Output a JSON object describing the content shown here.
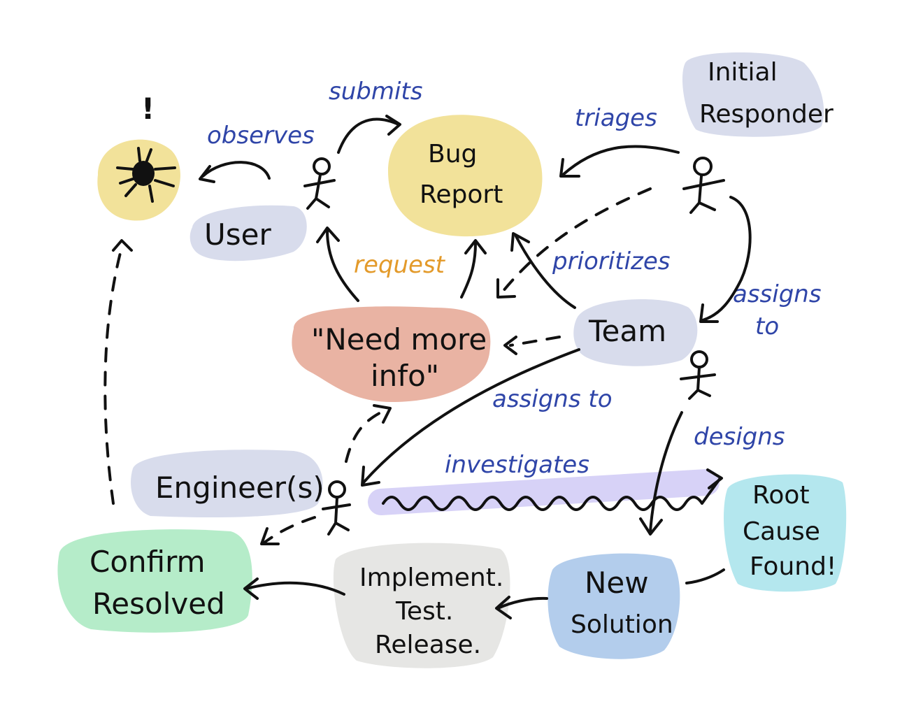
{
  "colors": {
    "ink": "#111111",
    "edge_label_blue": "#2f45a8",
    "edge_label_orange": "#e39a2a",
    "bug_yellow": "#f2e29a",
    "actor_lavender": "#d8dcec",
    "need_info_salmon": "#e9b3a3",
    "confirm_green": "#b5ecc9",
    "implement_gray": "#e6e6e4",
    "new_solution_blue": "#b3cdec",
    "root_cause_cyan": "#b4e7ee",
    "investigates_purple": "#d7d2f7"
  },
  "nodes": {
    "bug_icon": "bug-icon",
    "alert_mark": "!",
    "user": "User",
    "bug_report": [
      "Bug",
      "Report"
    ],
    "initial_responder": [
      "Initial",
      "Responder"
    ],
    "team": "Team",
    "need_info": [
      "\"Need more",
      "info\""
    ],
    "engineers": "Engineer(s)",
    "confirm_resolved": [
      "Confirm",
      "Resolved"
    ],
    "implement": [
      "Implement.",
      "Test.",
      "Release."
    ],
    "new_solution": [
      "New",
      "Solution"
    ],
    "root_cause": [
      "Root",
      "Cause",
      "Found!"
    ]
  },
  "edges": {
    "observes": "observes",
    "submits": "submits",
    "triages": "triages",
    "request": "request",
    "prioritizes": "prioritizes",
    "assigns_to_team": "assigns to",
    "assigns_to_right": [
      "assigns",
      "to"
    ],
    "investigates": "investigates",
    "designs": "designs"
  }
}
